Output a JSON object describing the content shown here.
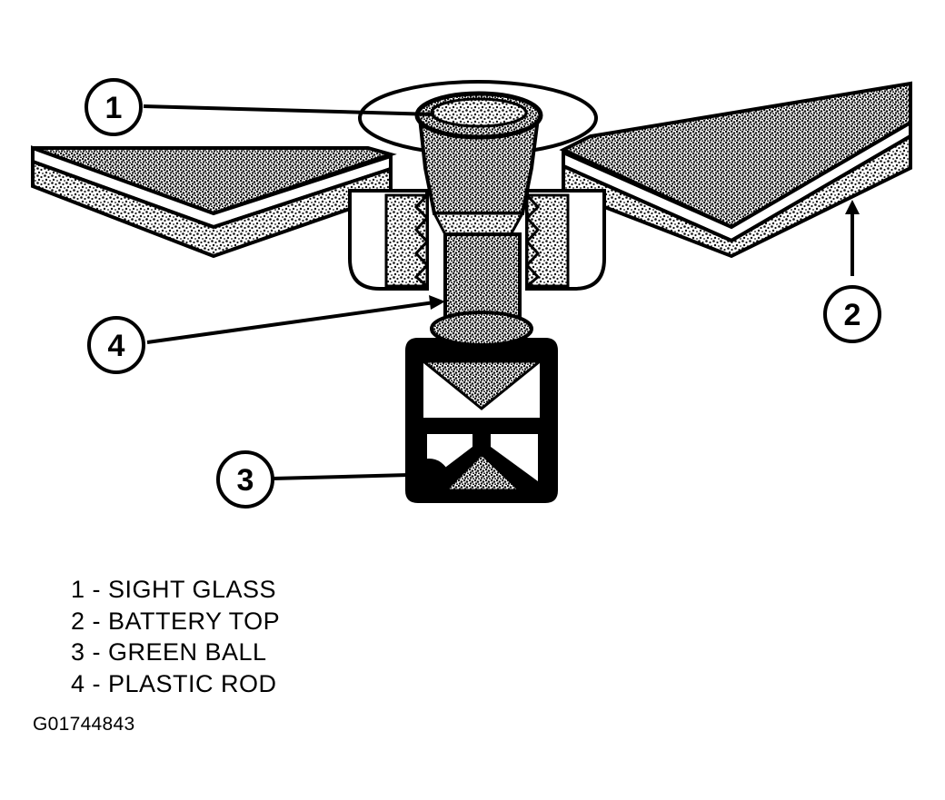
{
  "diagram": {
    "callouts": [
      {
        "number": "1"
      },
      {
        "number": "2"
      },
      {
        "number": "3"
      },
      {
        "number": "4"
      }
    ]
  },
  "legend": [
    {
      "text": "1 - SIGHT GLASS"
    },
    {
      "text": "2 - BATTERY TOP"
    },
    {
      "text": "3 - GREEN BALL"
    },
    {
      "text": "4 - PLASTIC ROD"
    }
  ],
  "figure_id": "G01744843",
  "colors": {
    "ink": "#000000",
    "paper": "#ffffff",
    "stipple": "#1a1a1a"
  }
}
